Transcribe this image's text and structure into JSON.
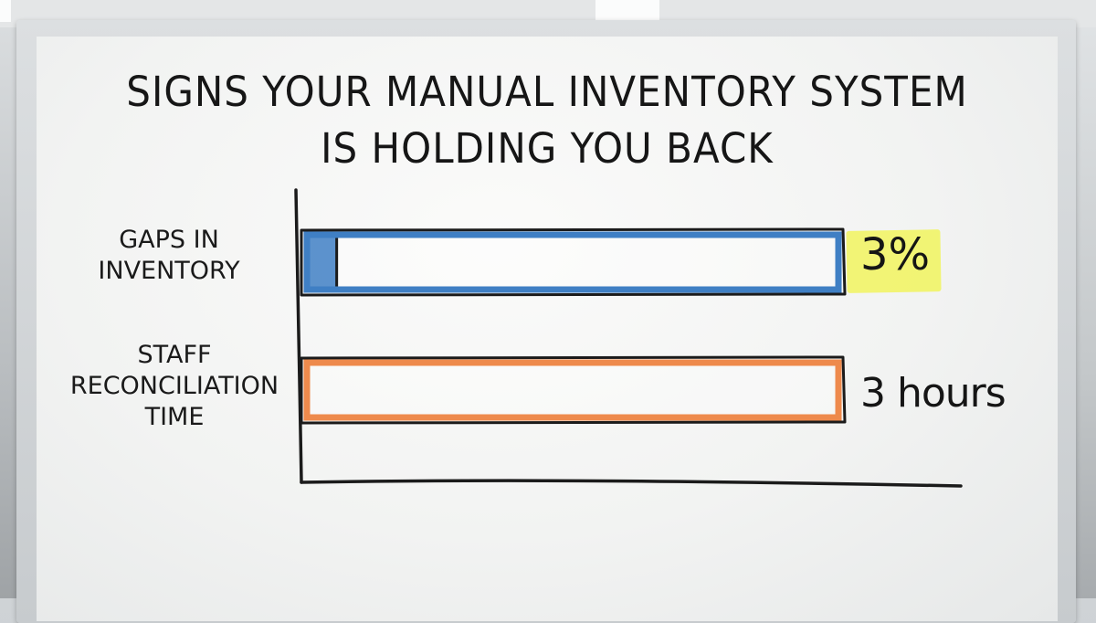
{
  "board": {
    "title_line1": "SIGNS YOUR MANUAL INVENTORY SYSTEM",
    "title_line2": "IS HOLDING YOU BACK"
  },
  "chart_data": {
    "type": "bar",
    "orientation": "horizontal",
    "categories": [
      [
        "GAPS IN",
        "INVENTORY"
      ],
      [
        "STAFF",
        "RECONCILIATION",
        "TIME"
      ]
    ],
    "bars": [
      {
        "value_label": "3%",
        "value": 3,
        "unit": "%",
        "outline_color": "#3f7fc4",
        "fill_color": "#3f7fc4",
        "filled_fraction": 0.06,
        "highlight_color": "#f3f36a"
      },
      {
        "value_label": "3 hours",
        "value": 3,
        "unit": "hours",
        "outline_color": "#ee8a4c",
        "filled_fraction": 0
      }
    ],
    "grid": false
  }
}
